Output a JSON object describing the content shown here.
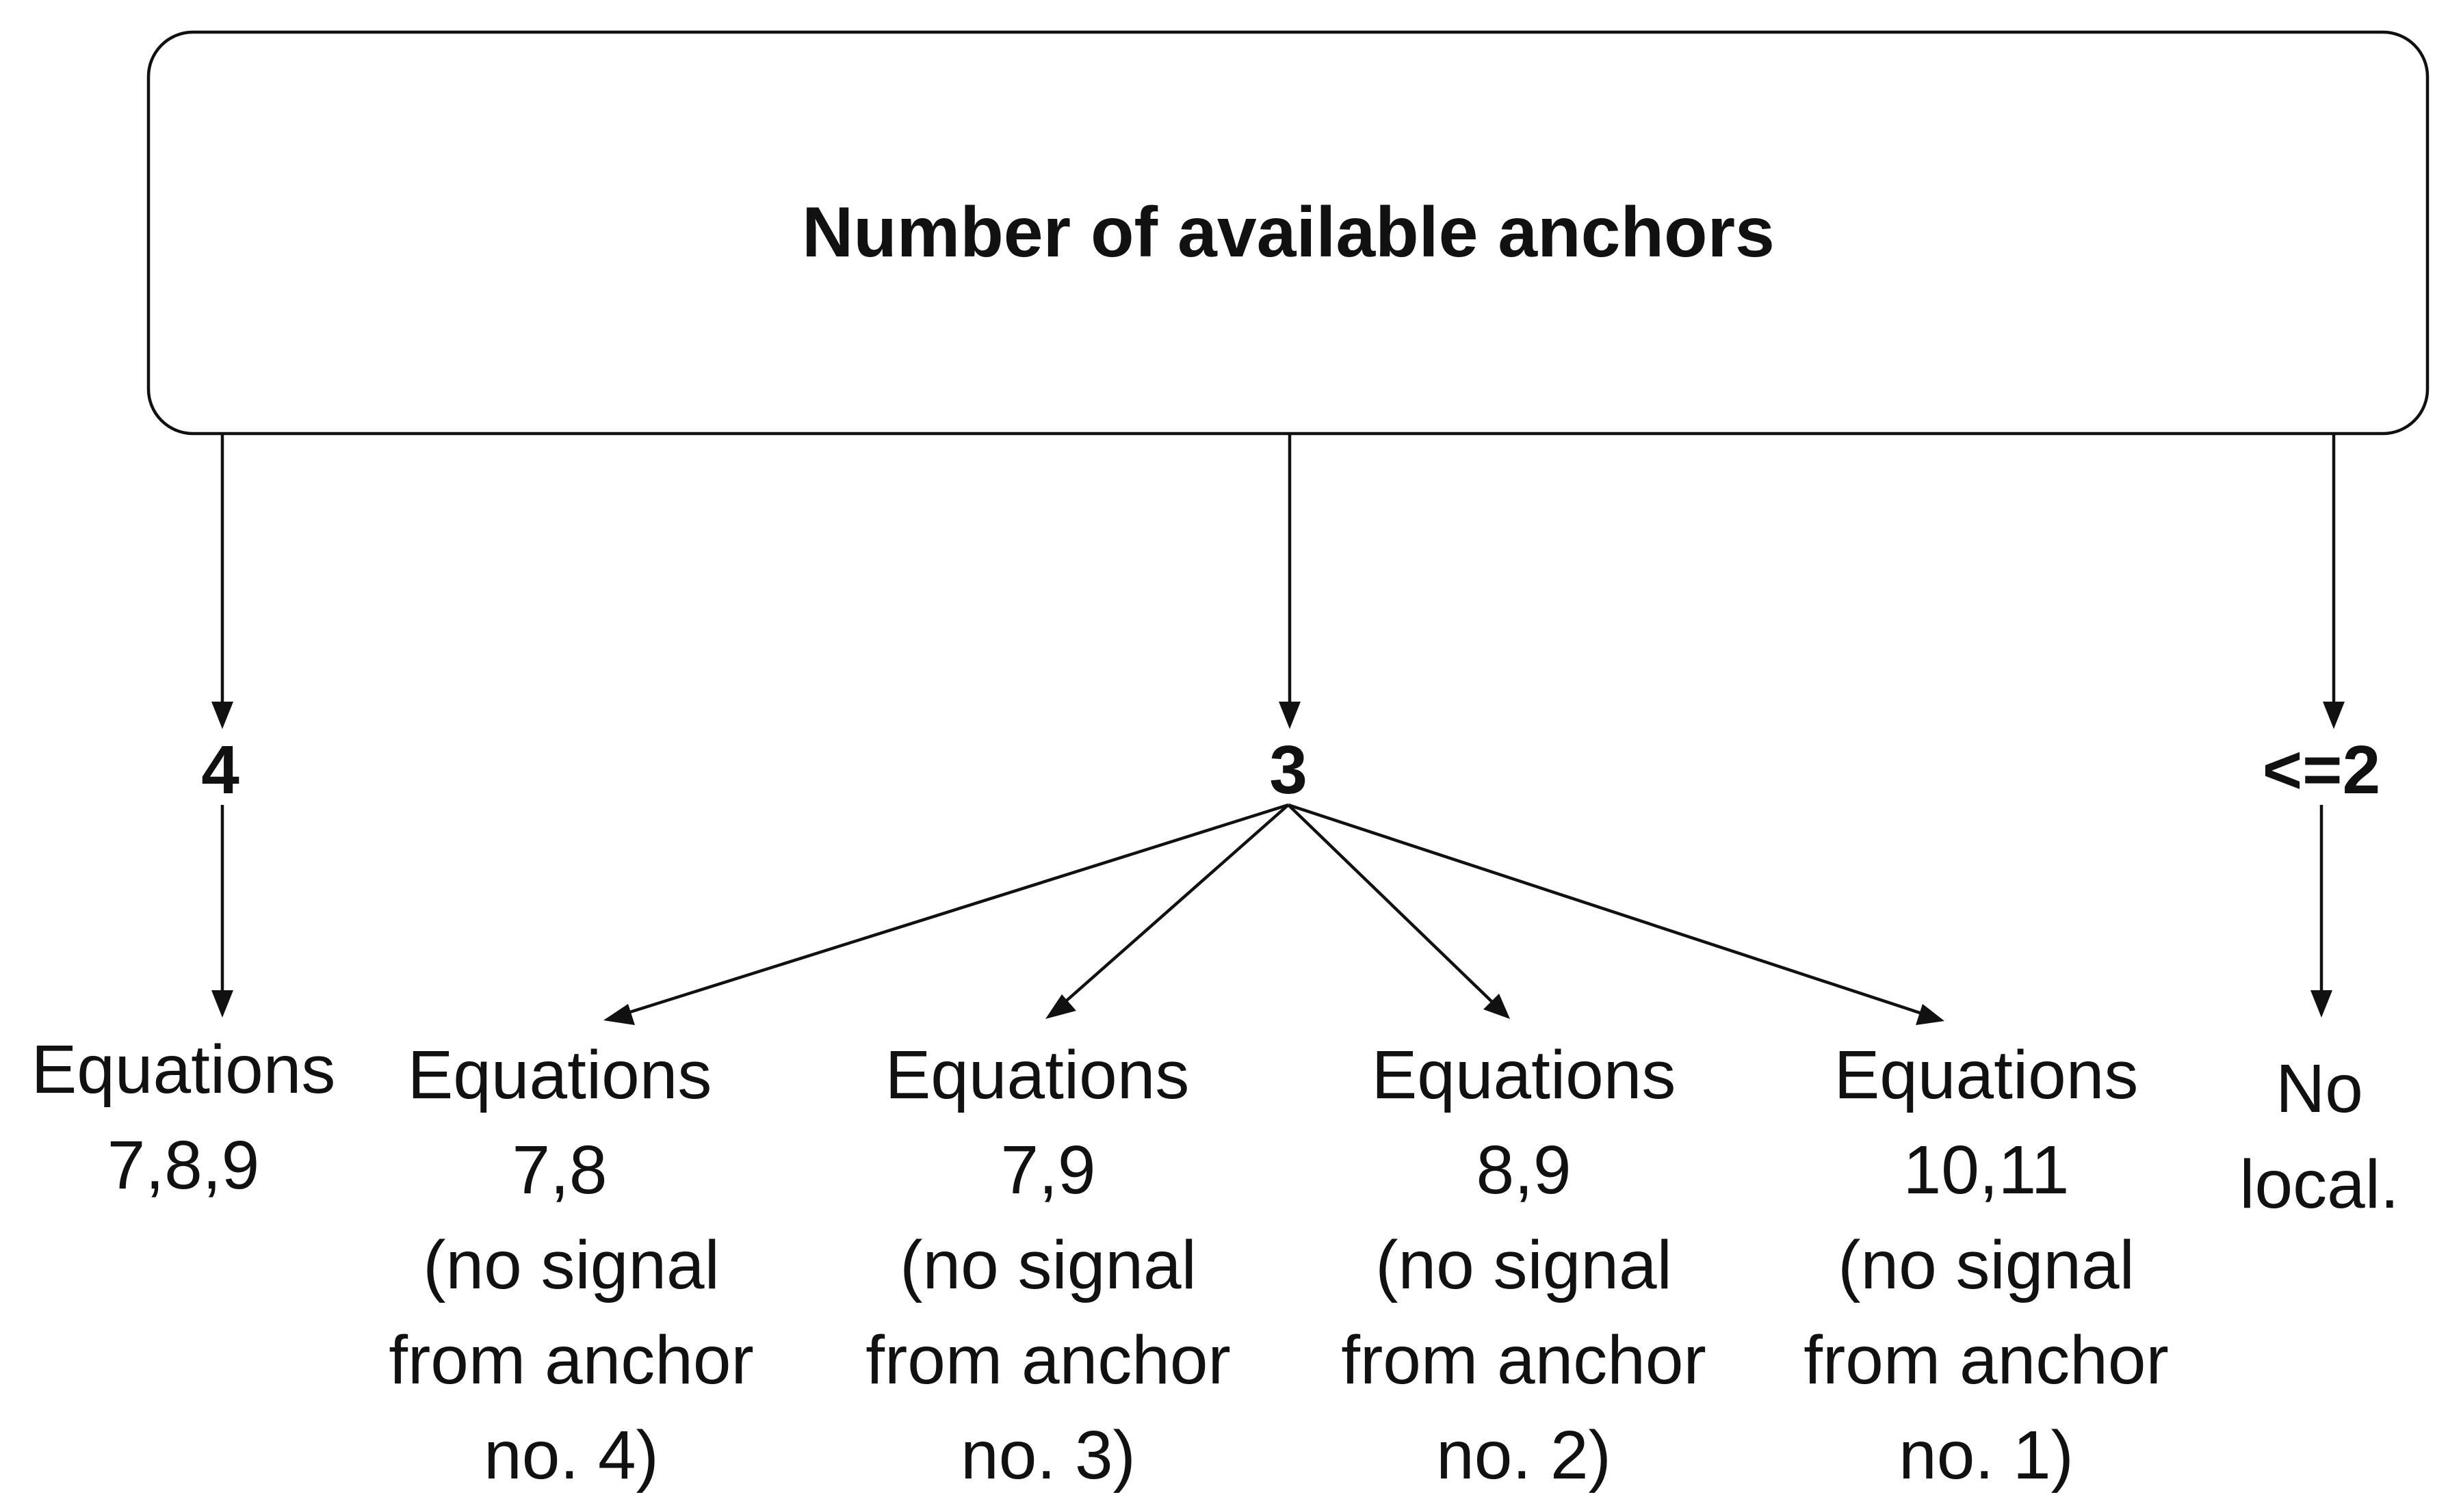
{
  "root": {
    "label": "Number of available anchors"
  },
  "branches": [
    {
      "label": "4",
      "outcomes": [
        [
          "Equations",
          "7,8,9"
        ]
      ]
    },
    {
      "label": "3",
      "outcomes": [
        [
          "Equations",
          "7,8",
          "(no signal",
          "from anchor",
          "no. 4)"
        ],
        [
          "Equations",
          "7,9",
          "(no signal",
          "from anchor",
          "no. 3)"
        ],
        [
          "Equations",
          "8,9",
          "(no signal",
          "from anchor",
          "no. 2)"
        ],
        [
          "Equations",
          "10,11",
          "(no signal",
          "from anchor",
          "no. 1)"
        ]
      ]
    },
    {
      "label": "<=2",
      "outcomes": [
        [
          "No",
          "local."
        ]
      ]
    }
  ]
}
